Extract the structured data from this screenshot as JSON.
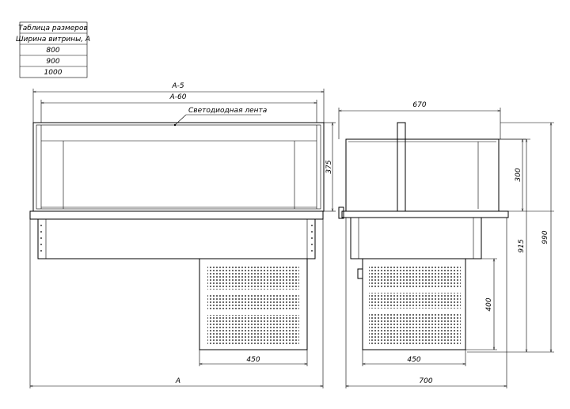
{
  "size_table": {
    "title": "Таблица размеров",
    "header": "Ширина витрины, А",
    "rows": [
      "800",
      "900",
      "1000"
    ]
  },
  "front_view": {
    "dim_a_minus_5": "А-5",
    "dim_a_minus_60": "А-60",
    "led_label": "Светодиодная лента",
    "dim_glass_height": "375",
    "dim_unit_width": "450",
    "dim_total": "А"
  },
  "side_view": {
    "dim_top_depth": "670",
    "dim_glass_height": "300",
    "dim_height_915": "915",
    "dim_height_990": "990",
    "dim_unit_height": "400",
    "dim_unit_width": "450",
    "dim_total_depth": "700"
  }
}
